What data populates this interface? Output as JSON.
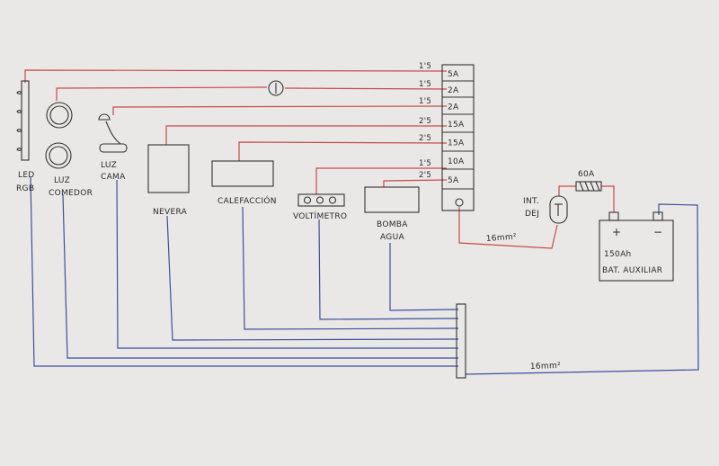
{
  "colors": {
    "paper": "#e9e8e6",
    "positive": "#c94a4a",
    "negative": "#3f4f9c",
    "ink": "#333333"
  },
  "fuses": [
    "5A",
    "2A",
    "2A",
    "15A",
    "15A",
    "10A",
    "5A"
  ],
  "wire_gauges": [
    "1'5",
    "1'5",
    "1'5",
    "2'5",
    "2'5",
    "1'5",
    "2'5"
  ],
  "labels": {
    "led_rgb": [
      "LED",
      "RGB"
    ],
    "luz_comedor": [
      "LUZ",
      "COMEDOR"
    ],
    "luz_cama": [
      "LUZ",
      "CAMA"
    ],
    "nevera": "NEVERA",
    "calefaccion": "CALEFACCIÓN",
    "voltimetro": "VOLTÍMETRO",
    "bomba_agua": [
      "BOMBA",
      "AGUA"
    ],
    "int_dej": [
      "INT.",
      "DEJ"
    ],
    "fuse_60a": "60A",
    "battery_plus": "+",
    "battery_minus": "−",
    "battery": [
      "150Ah",
      "BAT. AUXILIAR"
    ],
    "cable_positive": "16mm²",
    "cable_negative": "16mm²"
  }
}
